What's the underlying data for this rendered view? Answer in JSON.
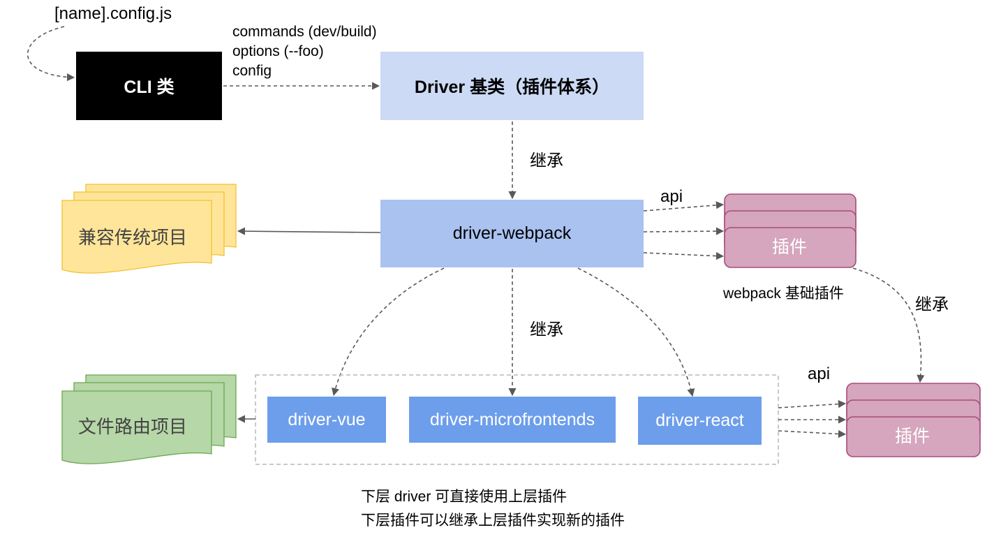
{
  "colors": {
    "cli_bg": "#000000",
    "driver_base_bg": "#ccdaf5",
    "driver_webpack_bg": "#a9c2f0",
    "sub_driver_bg": "#6d9eeb",
    "plugin_fill": "#d5a6bd",
    "plugin_stroke": "#a64d79",
    "legacy_fill": "#ffe599",
    "legacy_stroke": "#f1c232",
    "route_fill": "#b6d7a8",
    "route_stroke": "#6aa84f",
    "dashed_group_stroke": "#b7b7b7",
    "arrow": "#595959"
  },
  "config_file": "[name].config.js",
  "cli_inputs": [
    "commands (dev/build)",
    "options (--foo)",
    "config"
  ],
  "cli_box": "CLI 类",
  "driver_base": "Driver 基类（插件体系）",
  "inherit_label_top": "继承",
  "driver_webpack": "driver-webpack",
  "legacy_project": "兼容传统项目",
  "api_label_top": "api",
  "plugin_top": "插件",
  "webpack_plugins_caption": "webpack 基础插件",
  "inherit_label_right": "继承",
  "inherit_label_middle": "继承",
  "route_project": "文件路由项目",
  "sub_drivers": [
    "driver-vue",
    "driver-microfrontends",
    "driver-react"
  ],
  "api_label_bottom": "api",
  "plugin_bottom": "插件",
  "notes": [
    "下层 driver 可直接使用上层插件",
    "下层插件可以继承上层插件实现新的插件"
  ]
}
